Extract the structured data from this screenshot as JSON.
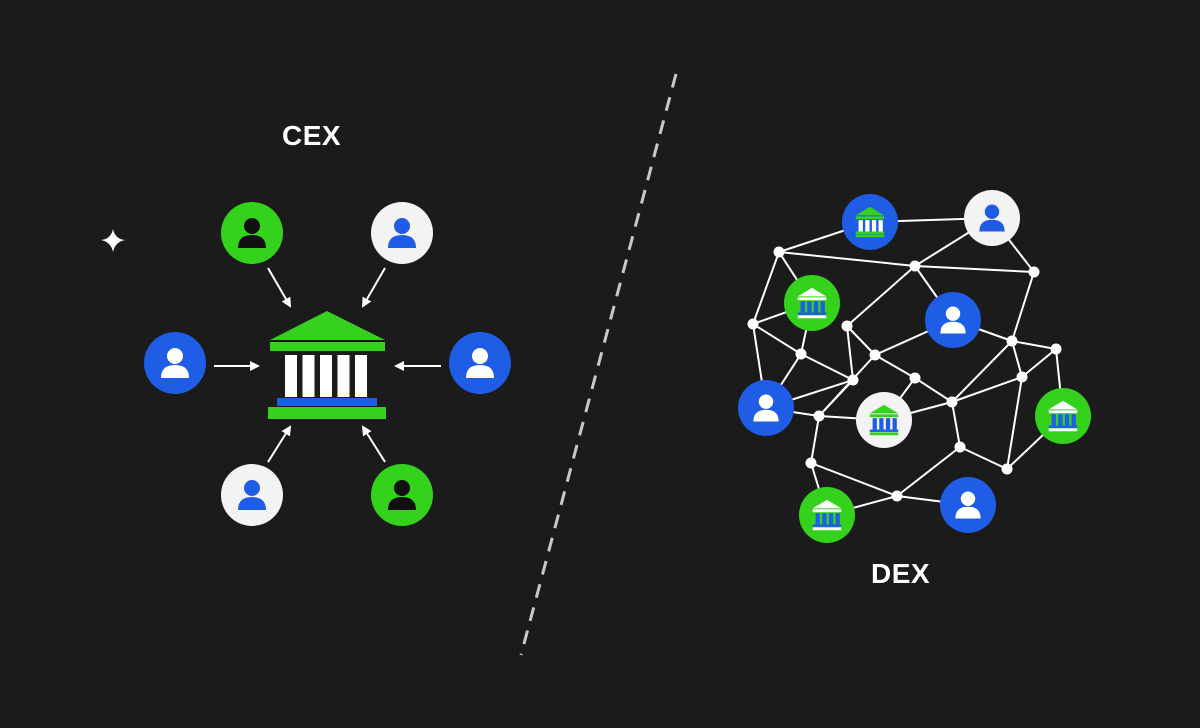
{
  "titles": {
    "cex": "CEX",
    "dex": "DEX"
  },
  "colors": {
    "background": "#1b1b1b",
    "green": "#35d21d",
    "blue": "#1f5de6",
    "white": "#f3f3f3",
    "user_blue": "#1f5de6",
    "user_dark": "#101010",
    "edge": "#ffffff",
    "divider": "#c9c9c9"
  },
  "cex": {
    "users": [
      {
        "name": "cex-user-top-left",
        "fill": "green",
        "person": "dark"
      },
      {
        "name": "cex-user-top-right",
        "fill": "white",
        "person": "blue"
      },
      {
        "name": "cex-user-left",
        "fill": "blue",
        "person": "white"
      },
      {
        "name": "cex-user-right",
        "fill": "blue",
        "person": "white"
      },
      {
        "name": "cex-user-bottom-left",
        "fill": "white",
        "person": "blue"
      },
      {
        "name": "cex-user-bottom-right",
        "fill": "green",
        "person": "dark"
      }
    ]
  },
  "dex": {
    "nodes": [
      {
        "name": "dex-bank-top",
        "type": "bank",
        "fill": "blue"
      },
      {
        "name": "dex-user-top",
        "type": "user",
        "fill": "white"
      },
      {
        "name": "dex-bank-upper-left",
        "type": "bank",
        "fill": "green"
      },
      {
        "name": "dex-user-mid",
        "type": "user",
        "fill": "blue"
      },
      {
        "name": "dex-user-left",
        "type": "user",
        "fill": "blue"
      },
      {
        "name": "dex-bank-center",
        "type": "bank",
        "fill": "white"
      },
      {
        "name": "dex-bank-right",
        "type": "bank",
        "fill": "green"
      },
      {
        "name": "dex-bank-bottom-left",
        "type": "bank",
        "fill": "green"
      },
      {
        "name": "dex-user-bottom",
        "type": "user",
        "fill": "blue"
      }
    ]
  }
}
